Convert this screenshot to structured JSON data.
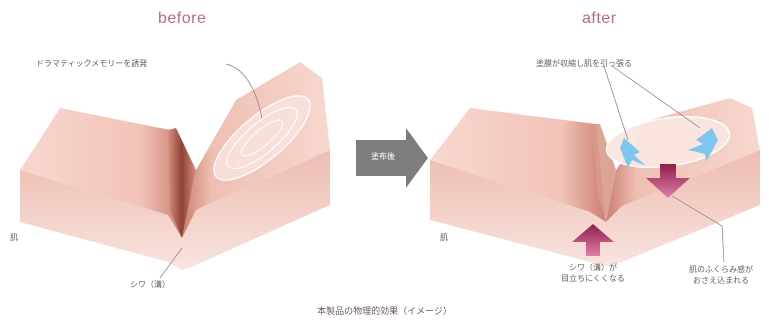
{
  "before": {
    "title": "before",
    "top_label": "ドラマティックメモリーを誘発",
    "skin_label": "肌",
    "wrinkle_label": "シワ（溝）"
  },
  "middle": {
    "arrow_label": "塗布後"
  },
  "after": {
    "title": "after",
    "top_label": "塗膜が収縮し肌を引っ張る",
    "skin_label": "肌",
    "bottom_left_label": [
      "シワ（溝）が",
      "目立ちにくくなる"
    ],
    "bottom_right_label": [
      "肌のふくらみ感が",
      "おさえ込まれる"
    ]
  },
  "caption": "本製品の物理的効果（イメージ）",
  "colors": {
    "skin_top": "#f6cfc6",
    "skin_side": "#eab3a6",
    "skin_edge": "#d98f80",
    "wrinkle": "#a85a4a",
    "arrow_gray": "#7d7d7d",
    "arrow_magenta": "#a3235b",
    "arrow_blue": "#7fc6ee",
    "title": "#c06a80"
  }
}
